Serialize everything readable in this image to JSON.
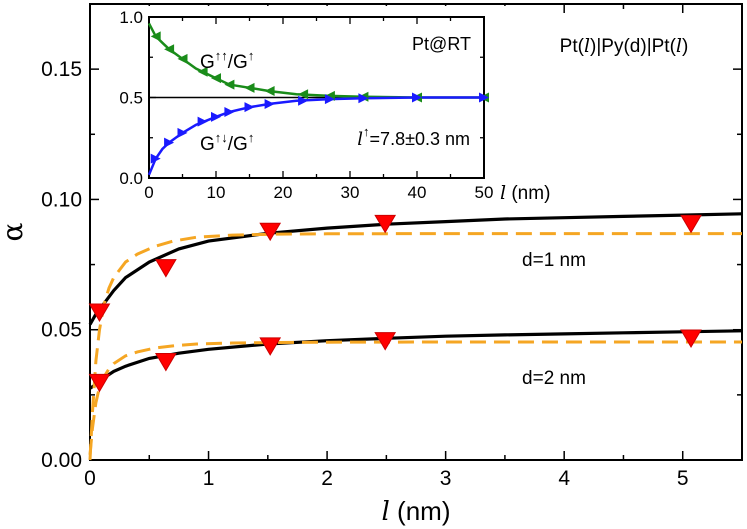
{
  "chart_data": [
    {
      "id": "main",
      "type": "scatter+line",
      "title": "",
      "xlabel": "l (nm)",
      "ylabel": "α",
      "xlim": [
        0,
        5.5
      ],
      "ylim": [
        0,
        0.175
      ],
      "xticks": [
        0,
        1,
        2,
        3,
        4,
        5
      ],
      "xtick_labels": [
        "0",
        "1",
        "2",
        "3",
        "4",
        "5"
      ],
      "yticks": [
        0,
        0.05,
        0.1,
        0.15
      ],
      "ytick_labels": [
        "0.00",
        "0.05",
        "0.10",
        "0.15"
      ],
      "grid": false,
      "legend": "none",
      "annotations": [
        "Pt(l)|Py(d)|Pt(l)",
        "d=1 nm",
        "d=2 nm"
      ],
      "series": [
        {
          "label": "d=1 nm",
          "marker": "down-triangle",
          "color": "#ff0000",
          "x": [
            0.08,
            0.64,
            1.52,
            2.49,
            5.07
          ],
          "y": [
            0.057,
            0.074,
            0.088,
            0.091,
            0.091
          ]
        },
        {
          "label": "d=2 nm",
          "marker": "down-triangle",
          "color": "#ff0000",
          "x": [
            0.08,
            0.64,
            1.52,
            2.49,
            5.07
          ],
          "y": [
            0.03,
            0.038,
            0.044,
            0.046,
            0.047
          ]
        },
        {
          "style": "solid",
          "color": "#000000",
          "x": [
            0,
            0.05,
            0.1,
            0.2,
            0.3,
            0.5,
            0.75,
            1.0,
            1.5,
            2.0,
            2.5,
            3.0,
            3.5,
            4.0,
            4.5,
            5.0,
            5.5
          ],
          "y": [
            0.052,
            0.056,
            0.059,
            0.065,
            0.07,
            0.076,
            0.081,
            0.084,
            0.087,
            0.089,
            0.0905,
            0.0915,
            0.0925,
            0.093,
            0.0935,
            0.094,
            0.0945
          ]
        },
        {
          "style": "solid",
          "color": "#000000",
          "x": [
            0,
            0.05,
            0.1,
            0.2,
            0.3,
            0.5,
            0.75,
            1.0,
            1.5,
            2.0,
            2.5,
            3.0,
            3.5,
            4.0,
            4.5,
            5.0,
            5.5
          ],
          "y": [
            0.0275,
            0.029,
            0.031,
            0.034,
            0.036,
            0.039,
            0.041,
            0.0425,
            0.0445,
            0.0458,
            0.0467,
            0.0475,
            0.048,
            0.0484,
            0.0488,
            0.0492,
            0.0496
          ]
        },
        {
          "style": "dashed",
          "color": "#f5a623",
          "x": [
            0.0,
            0.02,
            0.05,
            0.08,
            0.12,
            0.16,
            0.2,
            0.3,
            0.4,
            0.55,
            0.7,
            0.9,
            1.2,
            1.6,
            2.0,
            3.0,
            4.0,
            5.5
          ],
          "y": [
            0.0,
            0.018,
            0.038,
            0.05,
            0.06,
            0.066,
            0.07,
            0.076,
            0.079,
            0.082,
            0.084,
            0.0855,
            0.0863,
            0.0867,
            0.0868,
            0.0869,
            0.0869,
            0.0869
          ]
        },
        {
          "style": "dashed",
          "color": "#f5a623",
          "x": [
            0.0,
            0.02,
            0.05,
            0.08,
            0.12,
            0.16,
            0.2,
            0.3,
            0.4,
            0.55,
            0.7,
            0.9,
            1.2,
            1.6,
            2.0,
            3.0,
            4.0,
            5.5
          ],
          "y": [
            0.002,
            0.012,
            0.022,
            0.028,
            0.032,
            0.035,
            0.037,
            0.04,
            0.0415,
            0.043,
            0.0438,
            0.0445,
            0.0449,
            0.0451,
            0.0452,
            0.0453,
            0.0453,
            0.0453
          ]
        }
      ]
    },
    {
      "id": "inset",
      "type": "scatter+line",
      "title": "",
      "xlabel": "l (nm)",
      "ylabel": "",
      "xlim": [
        0,
        50
      ],
      "ylim": [
        0,
        1.0
      ],
      "xticks": [
        0,
        10,
        20,
        30,
        40,
        50
      ],
      "xtick_labels": [
        "0",
        "10",
        "20",
        "30",
        "40",
        "50"
      ],
      "yticks": [
        0,
        0.5,
        1.0
      ],
      "ytick_labels": [
        "0.0",
        "0.5",
        "1.0"
      ],
      "grid": false,
      "legend": "none",
      "annotations": [
        "Pt@RT",
        "l↑=7.8±0.3 nm"
      ],
      "reference_line": 0.5,
      "series": [
        {
          "label": "G↑↑/G↑",
          "color": "#1a8c1a",
          "marker": "left-triangle",
          "x": [
            0,
            1,
            2,
            3,
            5,
            7,
            10,
            12,
            15,
            18,
            22,
            27,
            32,
            40,
            50
          ],
          "y": [
            0.96,
            0.88,
            0.84,
            0.8,
            0.74,
            0.68,
            0.62,
            0.58,
            0.56,
            0.54,
            0.52,
            0.51,
            0.505,
            0.5,
            0.5
          ],
          "markers_x": [
            1,
            3,
            5,
            8,
            10,
            12,
            15,
            18,
            23,
            27,
            32,
            40,
            50
          ],
          "markers_y": [
            0.88,
            0.8,
            0.74,
            0.66,
            0.62,
            0.58,
            0.56,
            0.54,
            0.52,
            0.51,
            0.505,
            0.5,
            0.5
          ]
        },
        {
          "label": "G↑↓/G↑",
          "color": "#1a1aff",
          "marker": "right-triangle",
          "x": [
            0,
            1,
            2,
            3,
            5,
            7,
            10,
            12,
            15,
            18,
            22,
            27,
            32,
            40,
            50
          ],
          "y": [
            0.02,
            0.12,
            0.18,
            0.22,
            0.28,
            0.33,
            0.38,
            0.41,
            0.44,
            0.46,
            0.48,
            0.49,
            0.495,
            0.5,
            0.5
          ],
          "markers_x": [
            1,
            3,
            5,
            8,
            10,
            12,
            15,
            18,
            23,
            27,
            32,
            40,
            50
          ],
          "markers_y": [
            0.12,
            0.22,
            0.28,
            0.35,
            0.38,
            0.41,
            0.44,
            0.46,
            0.48,
            0.49,
            0.495,
            0.5,
            0.5
          ]
        }
      ]
    }
  ]
}
